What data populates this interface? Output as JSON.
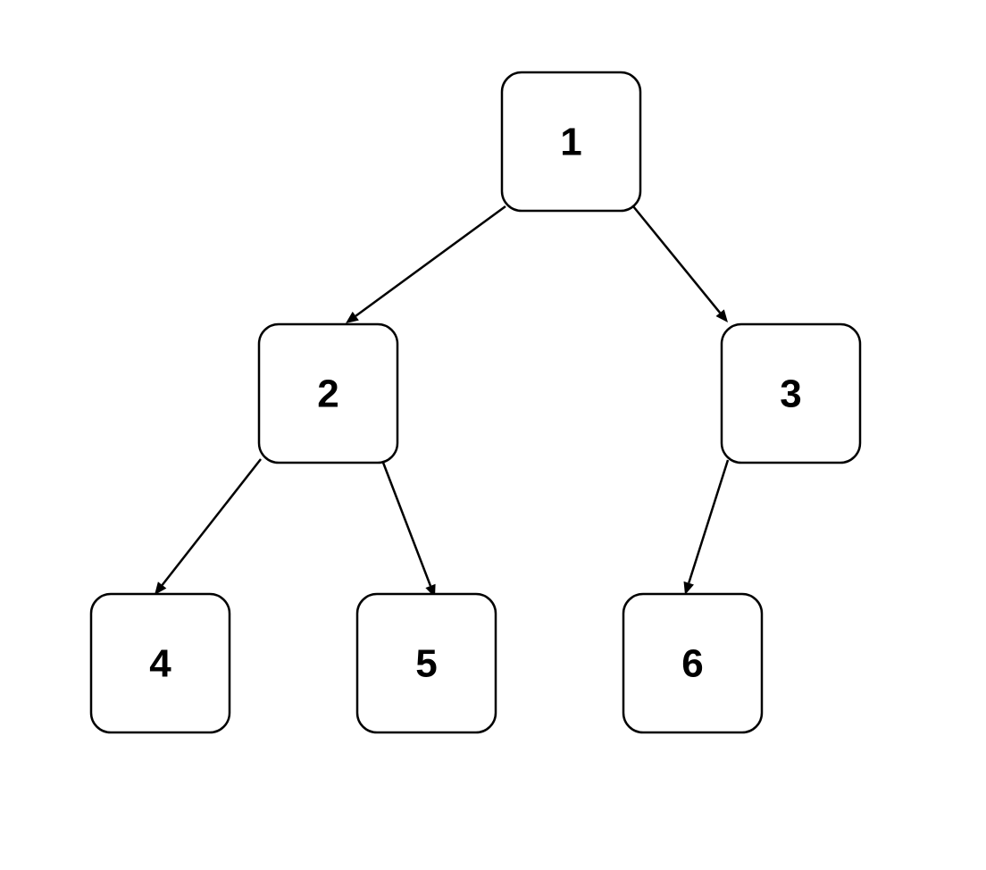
{
  "diagram": {
    "type": "tree",
    "colors": {
      "background": "#ffffff",
      "stroke": "#000000",
      "text": "#000000"
    },
    "nodes": [
      {
        "id": "n1",
        "label": "1"
      },
      {
        "id": "n2",
        "label": "2"
      },
      {
        "id": "n3",
        "label": "3"
      },
      {
        "id": "n4",
        "label": "4"
      },
      {
        "id": "n5",
        "label": "5"
      },
      {
        "id": "n6",
        "label": "6"
      }
    ],
    "edges": [
      {
        "from": "n1",
        "to": "n2"
      },
      {
        "from": "n1",
        "to": "n3"
      },
      {
        "from": "n2",
        "to": "n4"
      },
      {
        "from": "n2",
        "to": "n5"
      },
      {
        "from": "n3",
        "to": "n6"
      }
    ]
  }
}
